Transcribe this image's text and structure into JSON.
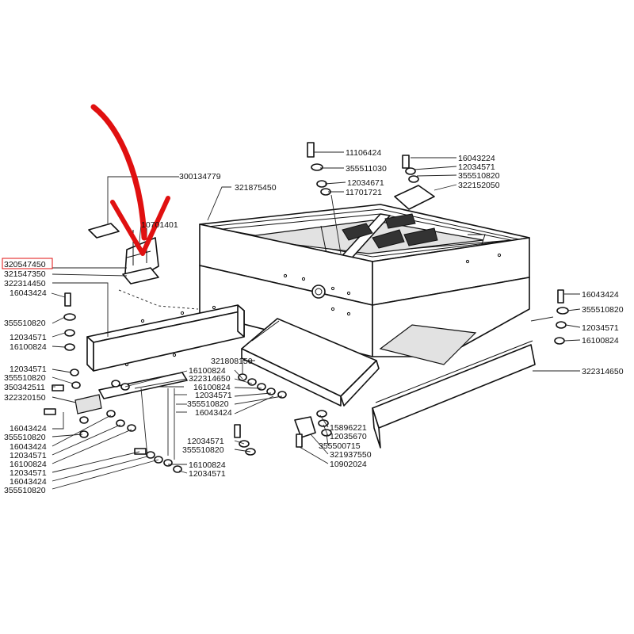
{
  "accent_color": "#e01010",
  "highlight_label": "320547450",
  "labels": [
    "300134779",
    "321875450",
    "10701401",
    "320547450",
    "321547350",
    "322314450",
    "16043424",
    "355510820",
    "12034571",
    "16100824",
    "12034571",
    "355510820",
    "350342511",
    "322320150",
    "16100824",
    "322314650",
    "16100824",
    "12034571",
    "355510820",
    "16043424",
    "16043424",
    "355510820",
    "16043424",
    "12034571",
    "16100824",
    "12034571",
    "16043424",
    "355510820",
    "12034571",
    "355510820",
    "16100824",
    "12034571",
    "321808150",
    "11106424",
    "355511030",
    "12034671",
    "11701721",
    "16043224",
    "12034571",
    "355510820",
    "322152050",
    "16043424",
    "355510820",
    "12034571",
    "16100824",
    "322314650",
    "15896221",
    "12035670",
    "355500715",
    "321937550",
    "10902024"
  ]
}
